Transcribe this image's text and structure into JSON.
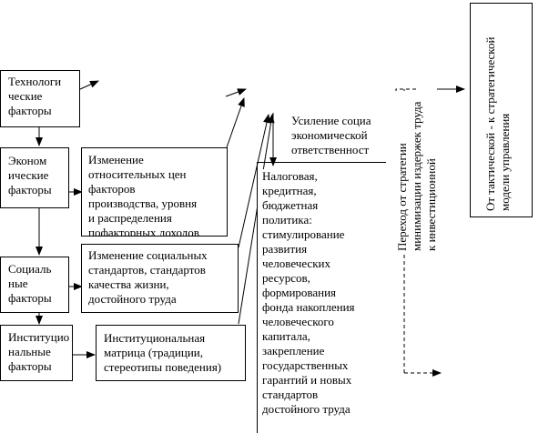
{
  "factors": [
    [
      "Технологи",
      "ческие",
      "факторы"
    ],
    [
      "Эконом",
      "ические",
      "факторы"
    ],
    [
      "Социаль",
      "ные",
      "факторы"
    ],
    [
      "Институцио",
      "нальные",
      "факторы"
    ]
  ],
  "mid_boxes": [
    [
      "Изменение",
      "относительных цен",
      "факторов",
      "производства, уровня",
      "и распределения",
      "пофакторных доходов"
    ],
    [
      "Изменение социальных",
      "стандартов, стандартов",
      "качества жизни,",
      "достойного труда"
    ],
    [
      "Институциональная",
      "матрица (традиции,",
      "стереотипы поведения)"
    ]
  ],
  "enhancement": [
    "Усиление социа",
    "экономической",
    "ответственност"
  ],
  "policy": [
    "Налоговая,",
    "кредитная,",
    "бюджетная",
    "политика:",
    "стимулирование",
    "развития",
    "человеческих",
    "ресурсов,",
    "формирования",
    "фонда накопления",
    "человеческого",
    "капитала,",
    "закрепление",
    "государственных",
    "гарантий и новых",
    "стандартов",
    "достойного труда"
  ],
  "transition": [
    "Переход от стратегии",
    "минимизации издержек труда",
    "к инвестиционной"
  ],
  "strategic": [
    "От тактической  - к стратегической",
    "модели управления"
  ]
}
